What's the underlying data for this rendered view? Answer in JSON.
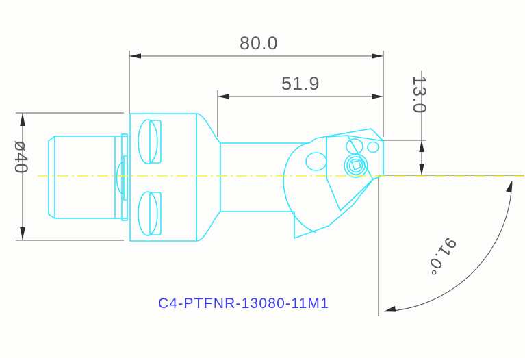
{
  "drawing": {
    "title_label": "C4-PTFNR-13080-11M1",
    "background_color": "#fdfefb",
    "geometry_color": "#33e6ff",
    "centerline_color": "#f4f43a",
    "dimension_color": "#5a5a5a",
    "label_color": "#3d3df0"
  },
  "dimensions": {
    "overall_length": {
      "value": "80.0",
      "name": "overall-length-dimension",
      "orientation": "horizontal"
    },
    "functional_length": {
      "value": "51.9",
      "name": "functional-length-dimension",
      "orientation": "horizontal"
    },
    "cutting_height": {
      "value": "13.0",
      "name": "cutting-height-dimension",
      "orientation": "vertical"
    },
    "shank_diameter": {
      "value": "ø40",
      "name": "shank-diameter-dimension",
      "orientation": "vertical"
    },
    "lead_angle": {
      "value": "91.0°",
      "name": "lead-angle-dimension",
      "orientation": "angular"
    }
  }
}
